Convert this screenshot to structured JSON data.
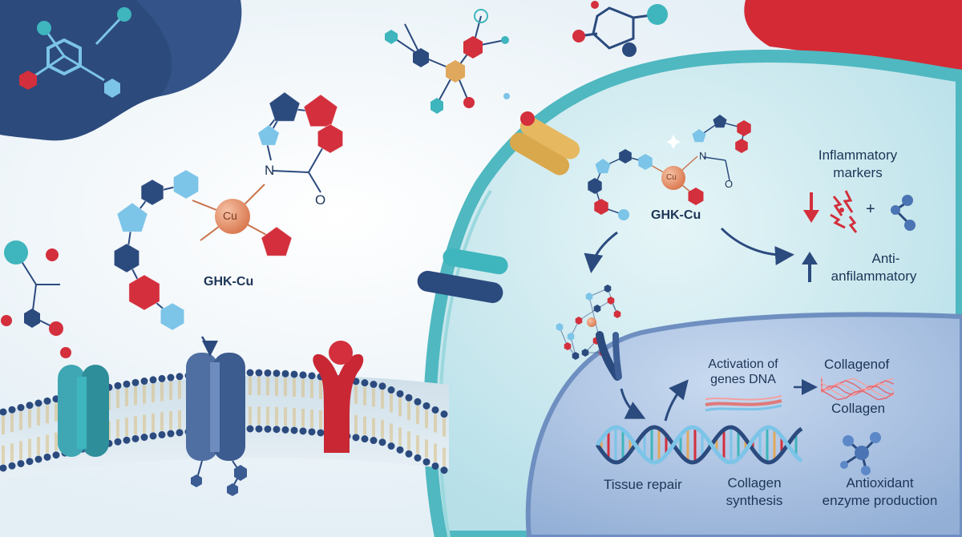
{
  "labels": {
    "ghk_left": "GHK-Cu",
    "ghk_right": "GHK-Cu",
    "cu_left": "Cu",
    "cu_right": "Cu",
    "n_left": "N",
    "o_left": "O",
    "n_right": "N",
    "o_right": "O",
    "inflammatory_line1": "Inflammatory",
    "inflammatory_line2": "markers",
    "plus": "+",
    "anti_line1": "Anti-",
    "anti_line2": "anfilammatory",
    "activation_line1": "Activation of",
    "activation_line2": "genes DNA",
    "collagenof": "Collagenof",
    "collagen": "Collagen",
    "tissue_repair": "Tissue repair",
    "collagen_synth_line1": "Collagen",
    "collagen_synth_line2": "synthesis",
    "antioxidant_line1": "Antioxidant",
    "antioxidant_line2": "enzyme production"
  },
  "colors": {
    "navy": "#2b4a7e",
    "light_blue": "#7cc4e8",
    "red": "#d32f3c",
    "copper": "#e58b63",
    "teal": "#3fb5bd",
    "cell": "#bfe3ea",
    "nucleus": "#aac3e0"
  }
}
